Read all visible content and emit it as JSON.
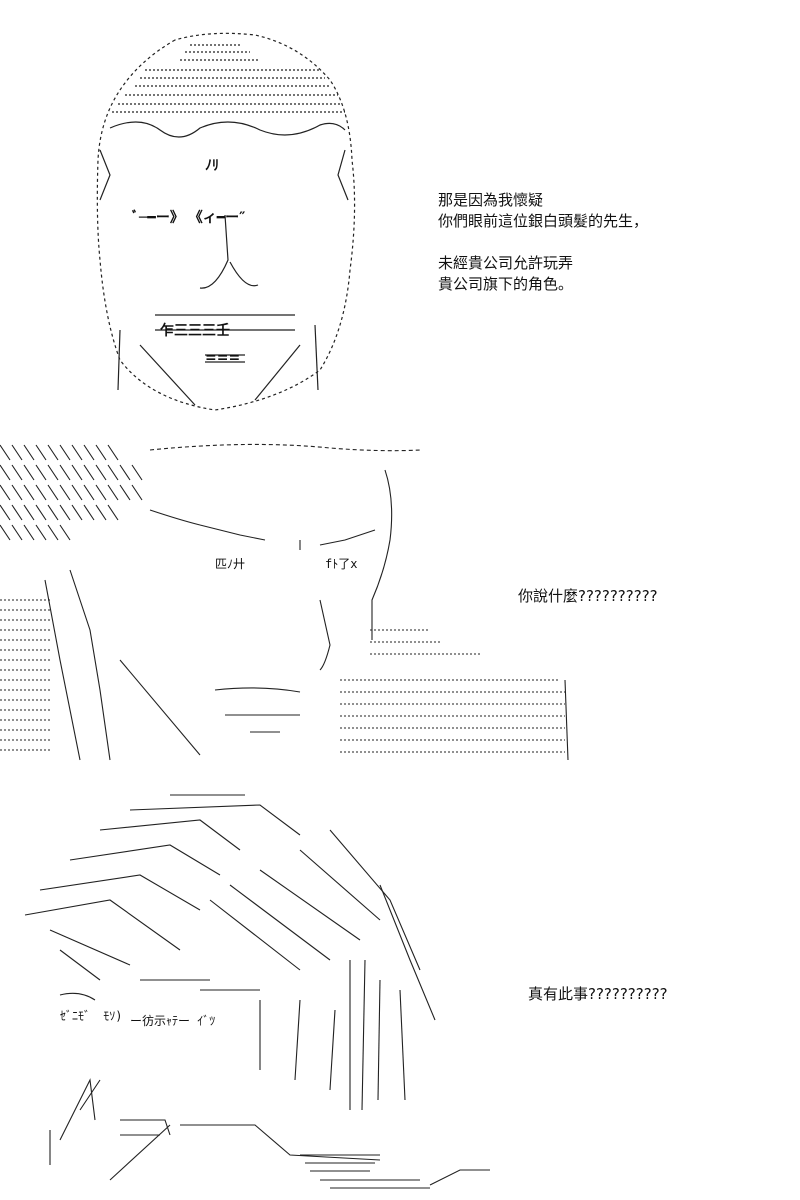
{
  "panels": [
    {
      "caption_lines": [
        "那是因為我懷疑",
        "你們眼前這位銀白頭髮的先生，"
      ],
      "caption_lines_2": [
        "未經貴公司允許玩弄",
        "貴公司旗下的角色。"
      ],
      "art_text": {
        "nose_mark": "ﾉﾘ",
        "eyes_row": "ﾞ─━ー》 《ィ━ー″",
        "mouth_teeth": "乍三三三壬",
        "chin_mark": "==="
      }
    },
    {
      "caption": "你說什麼??????????",
      "art_text": {
        "eye_left": "匹ﾉ廾",
        "eye_right": "fﾄ了x"
      }
    },
    {
      "caption": "真有此事??????????",
      "art_text": {
        "eye_left": "ｾﾞﾆﾓ゛ ﾓｿ)",
        "eye_right": "ー彷示ｬﾃー ｲﾞﾂ"
      }
    }
  ]
}
